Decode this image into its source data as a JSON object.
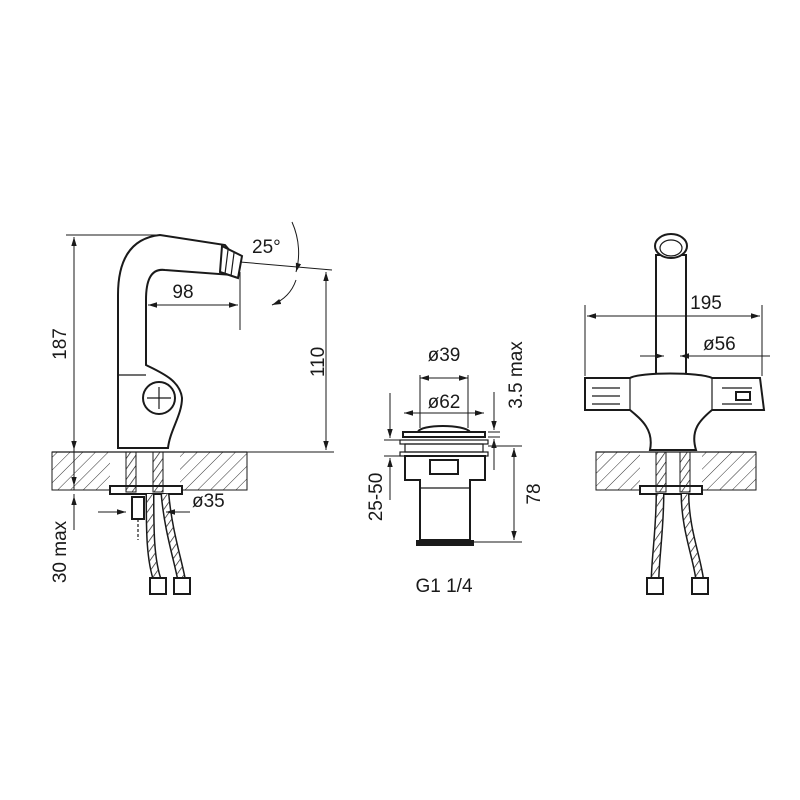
{
  "dimensions": {
    "height_total": "187",
    "spout_reach": "98",
    "angle": "25°",
    "spout_height": "110",
    "hole_diameter": "ø35",
    "max_thickness": "30 max",
    "waste_top_diameter": "ø39",
    "waste_flange_diameter": "ø62",
    "waste_flange_height": "3.5 max",
    "waste_range": "25-50",
    "waste_length": "78",
    "waste_thread": "G1 1/4",
    "width_total": "195",
    "body_diameter": "ø56"
  },
  "colors": {
    "line": "#1a1a1a",
    "background": "#ffffff"
  }
}
